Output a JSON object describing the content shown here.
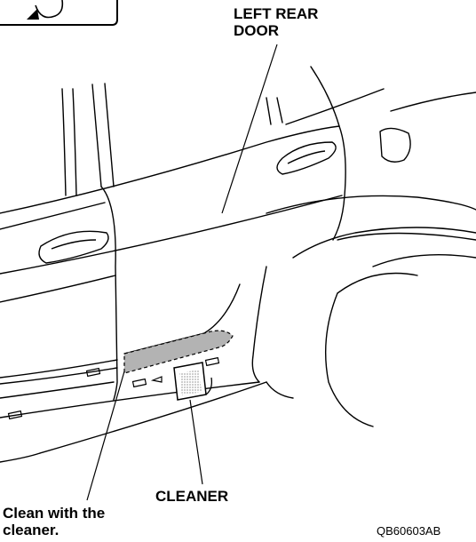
{
  "labels": {
    "left_rear_door_line1": "LEFT REAR",
    "left_rear_door_line2": "DOOR",
    "cleaner": "CLEANER",
    "clean_line1": "Clean with the",
    "clean_line2": "cleaner."
  },
  "figure_code": "QB60603AB",
  "colors": {
    "line": "#000000",
    "shade": "#b3b3b3",
    "background": "#ffffff"
  }
}
